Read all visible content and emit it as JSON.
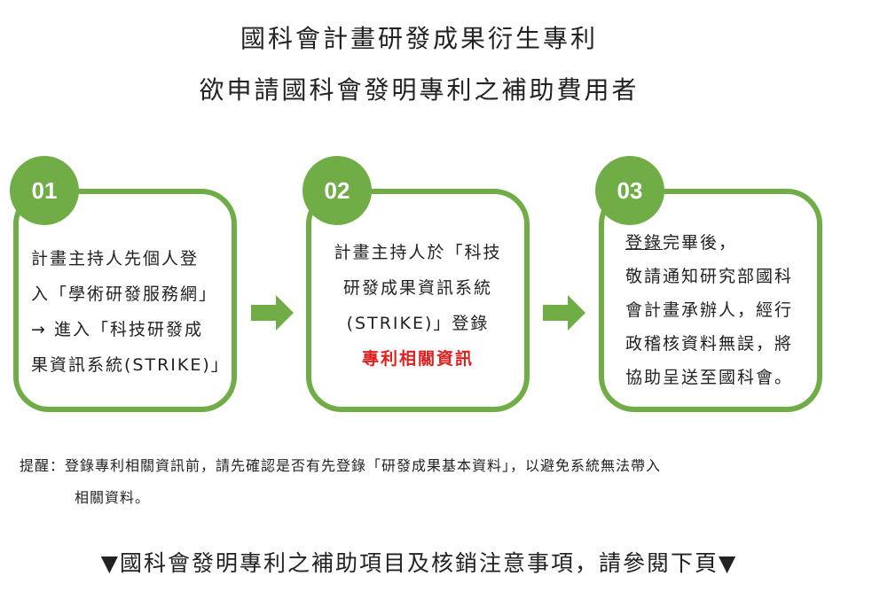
{
  "title": {
    "line1": "國科會計畫研發成果衍生專利",
    "line2": "欲申請國科會發明專利之補助費用者"
  },
  "steps": [
    {
      "number": "01",
      "lines": [
        "計畫主持人先個人登",
        "入「學術研發服務網」",
        "→ 進入「科技研發成",
        "果資訊系統(STRIKE)」"
      ]
    },
    {
      "number": "02",
      "lines": [
        "計畫主持人於「科技",
        "研發成果資訊系統",
        "(STRIKE)」登錄"
      ],
      "highlight": "專利相關資訊"
    },
    {
      "number": "03",
      "underlined": "登錄",
      "first_rest": "完畢後，",
      "lines": [
        "敬請通知研究部國科",
        "會計畫承辦人，經行",
        "政稽核資料無誤，將",
        "協助呈送至國科會。"
      ]
    }
  ],
  "note": {
    "line1": "提醒：登錄專利相關資訊前，請先確認是否有先登錄「研發成果基本資料」，以避免系統無法帶入",
    "line2": "相關資料。"
  },
  "footer": "▼國科會發明專利之補助項目及核銷注意事項，請參閱下頁▼",
  "colors": {
    "accent": "#70ad47",
    "highlight": "#e02020"
  }
}
